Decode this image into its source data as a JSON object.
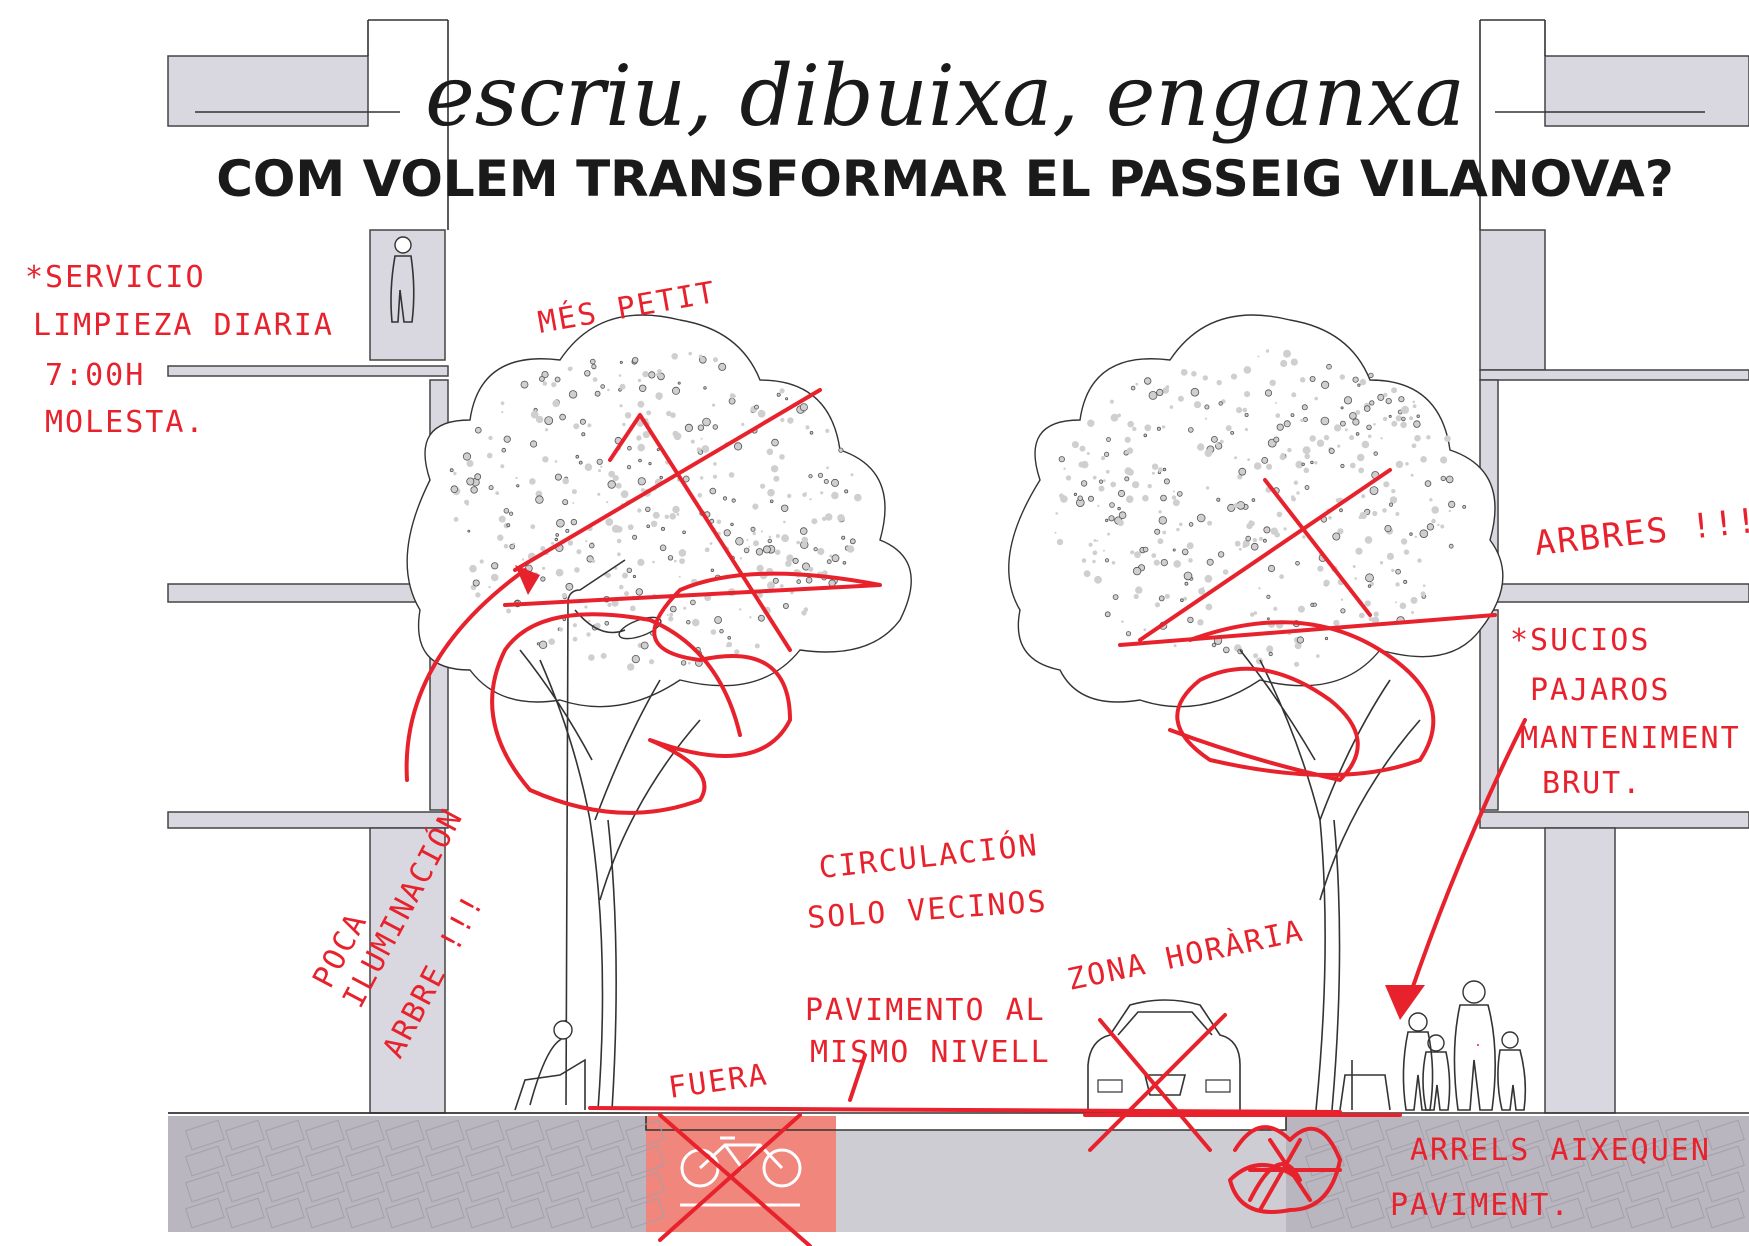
{
  "header": {
    "script_title": "escriu, dibuixa, enganxa",
    "main_title": "COM VOLEM TRANSFORMAR EL PASSEIG VILANOVA?"
  },
  "annotations": {
    "servicio": [
      "*SERVICIO",
      "LIMPIEZA DIARIA",
      "7:00H",
      "MOLESTA."
    ],
    "mes_petit": "MÉS PETIT",
    "arbres": "ARBRES !!!",
    "sucios": [
      "*SUCIOS",
      "PAJAROS",
      "MANTENIMENT",
      "BRUT."
    ],
    "circulacion": [
      "CIRCULACIÓN",
      "SOLO VECINOS"
    ],
    "poca": [
      "POCA",
      "ILUMINACIÓN",
      "ARBRE !!!"
    ],
    "zona": "ZONA HORÀRIA",
    "paviment_mismo": [
      "PAVIMENTO AL",
      "MISMO NIVELL"
    ],
    "fuera": "FUERA",
    "arrels": [
      "ARRELS AIXEQUEN",
      "PAVIMENT."
    ]
  },
  "colors": {
    "marker_red": "#e8222c",
    "building_fill": "#d9d7e0",
    "pavement": "#b9b6bf",
    "bike_lane": "#f1867c",
    "ink": "#1a1a1a"
  },
  "icons": [
    "bicycle-icon",
    "car-icon",
    "bench-icon",
    "person-icon"
  ]
}
